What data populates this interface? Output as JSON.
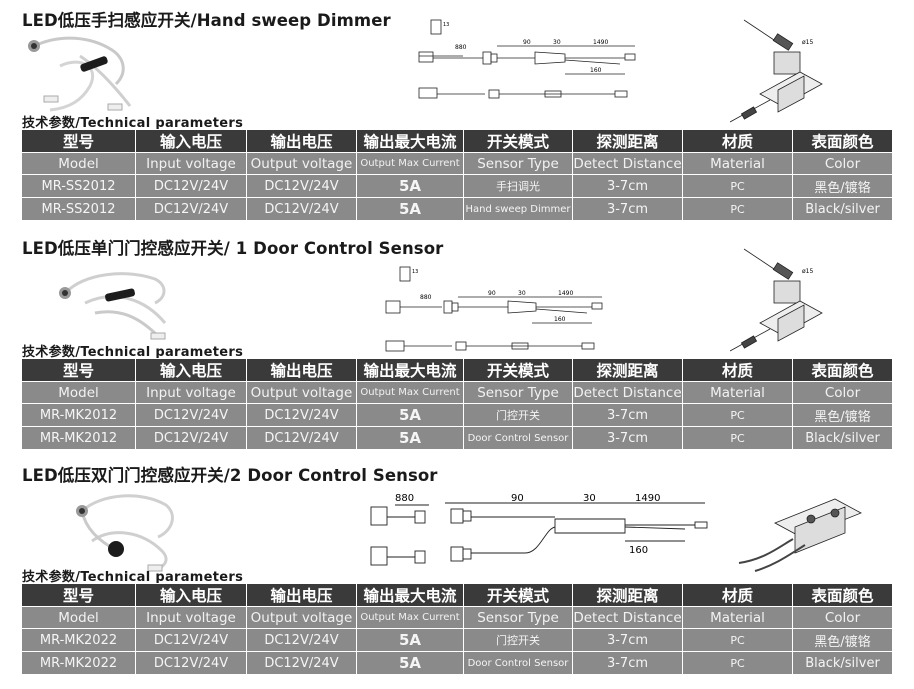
{
  "sections": [
    {
      "title": "LED低压手扫感应开关/Hand sweep Dimmer",
      "subtitle": "技术参数/Technical   parameters",
      "diagram_labels": {
        "d880": "880",
        "d90": "90",
        "d30": "30",
        "d1490": "1490",
        "d160": "160",
        "d13": "13",
        "phi15": "ø15"
      },
      "headers": [
        "型号",
        "输入电压",
        "输出电压",
        "输出最大电流",
        "开关模式",
        "探测距离",
        "材质",
        "表面颜色"
      ],
      "subheaders": [
        "Model",
        "Input voltage",
        "Output voltage",
        "Output Max Current",
        "Sensor Type",
        "Detect Distance",
        "Material",
        "Color"
      ],
      "rows": [
        [
          "MR-SS2012",
          "DC12V/24V",
          "DC12V/24V",
          "5A",
          "手扫调光",
          "3-7cm",
          "PC",
          "黑色/镀铬"
        ],
        [
          "MR-SS2012",
          "DC12V/24V",
          "DC12V/24V",
          "5A",
          "Hand sweep Dimmer",
          "3-7cm",
          "PC",
          "Black/silver"
        ]
      ]
    },
    {
      "title": "LED低压单门门控感应开关/ 1 Door Control Sensor",
      "subtitle": "技术参数/Technical   parameters",
      "diagram_labels": {
        "d880": "880",
        "d90": "90",
        "d30": "30",
        "d1490": "1490",
        "d160": "160",
        "d13": "13",
        "phi15": "ø15"
      },
      "headers": [
        "型号",
        "输入电压",
        "输出电压",
        "输出最大电流",
        "开关模式",
        "探测距离",
        "材质",
        "表面颜色"
      ],
      "subheaders": [
        "Model",
        "Input voltage",
        "Output voltage",
        "Output Max Current",
        "Sensor Type",
        "Detect Distance",
        "Material",
        "Color"
      ],
      "rows": [
        [
          "MR-MK2012",
          "DC12V/24V",
          "DC12V/24V",
          "5A",
          "门控开关",
          "3-7cm",
          "PC",
          "黑色/镀铬"
        ],
        [
          "MR-MK2012",
          "DC12V/24V",
          "DC12V/24V",
          "5A",
          "Door Control Sensor",
          "3-7cm",
          "PC",
          "Black/silver"
        ]
      ]
    },
    {
      "title": "LED低压双门门控感应开关/2 Door Control Sensor",
      "subtitle": "技术参数/Technical   parameters",
      "diagram_labels": {
        "d880": "880",
        "d90": "90",
        "d30": "30",
        "d1490": "1490",
        "d160": "160"
      },
      "headers": [
        "型号",
        "输入电压",
        "输出电压",
        "输出最大电流",
        "开关模式",
        "探测距离",
        "材质",
        "表面颜色"
      ],
      "subheaders": [
        "Model",
        "Input voltage",
        "Output voltage",
        "Output Max Current",
        "Sensor Type",
        "Detect Distance",
        "Material",
        "Color"
      ],
      "rows": [
        [
          "MR-MK2022",
          "DC12V/24V",
          "DC12V/24V",
          "5A",
          "门控开关",
          "3-7cm",
          "PC",
          "黑色/镀铬"
        ],
        [
          "MR-MK2022",
          "DC12V/24V",
          "DC12V/24V",
          "5A",
          "Door Control Sensor",
          "3-7cm",
          "PC",
          "Black/silver"
        ]
      ]
    }
  ]
}
